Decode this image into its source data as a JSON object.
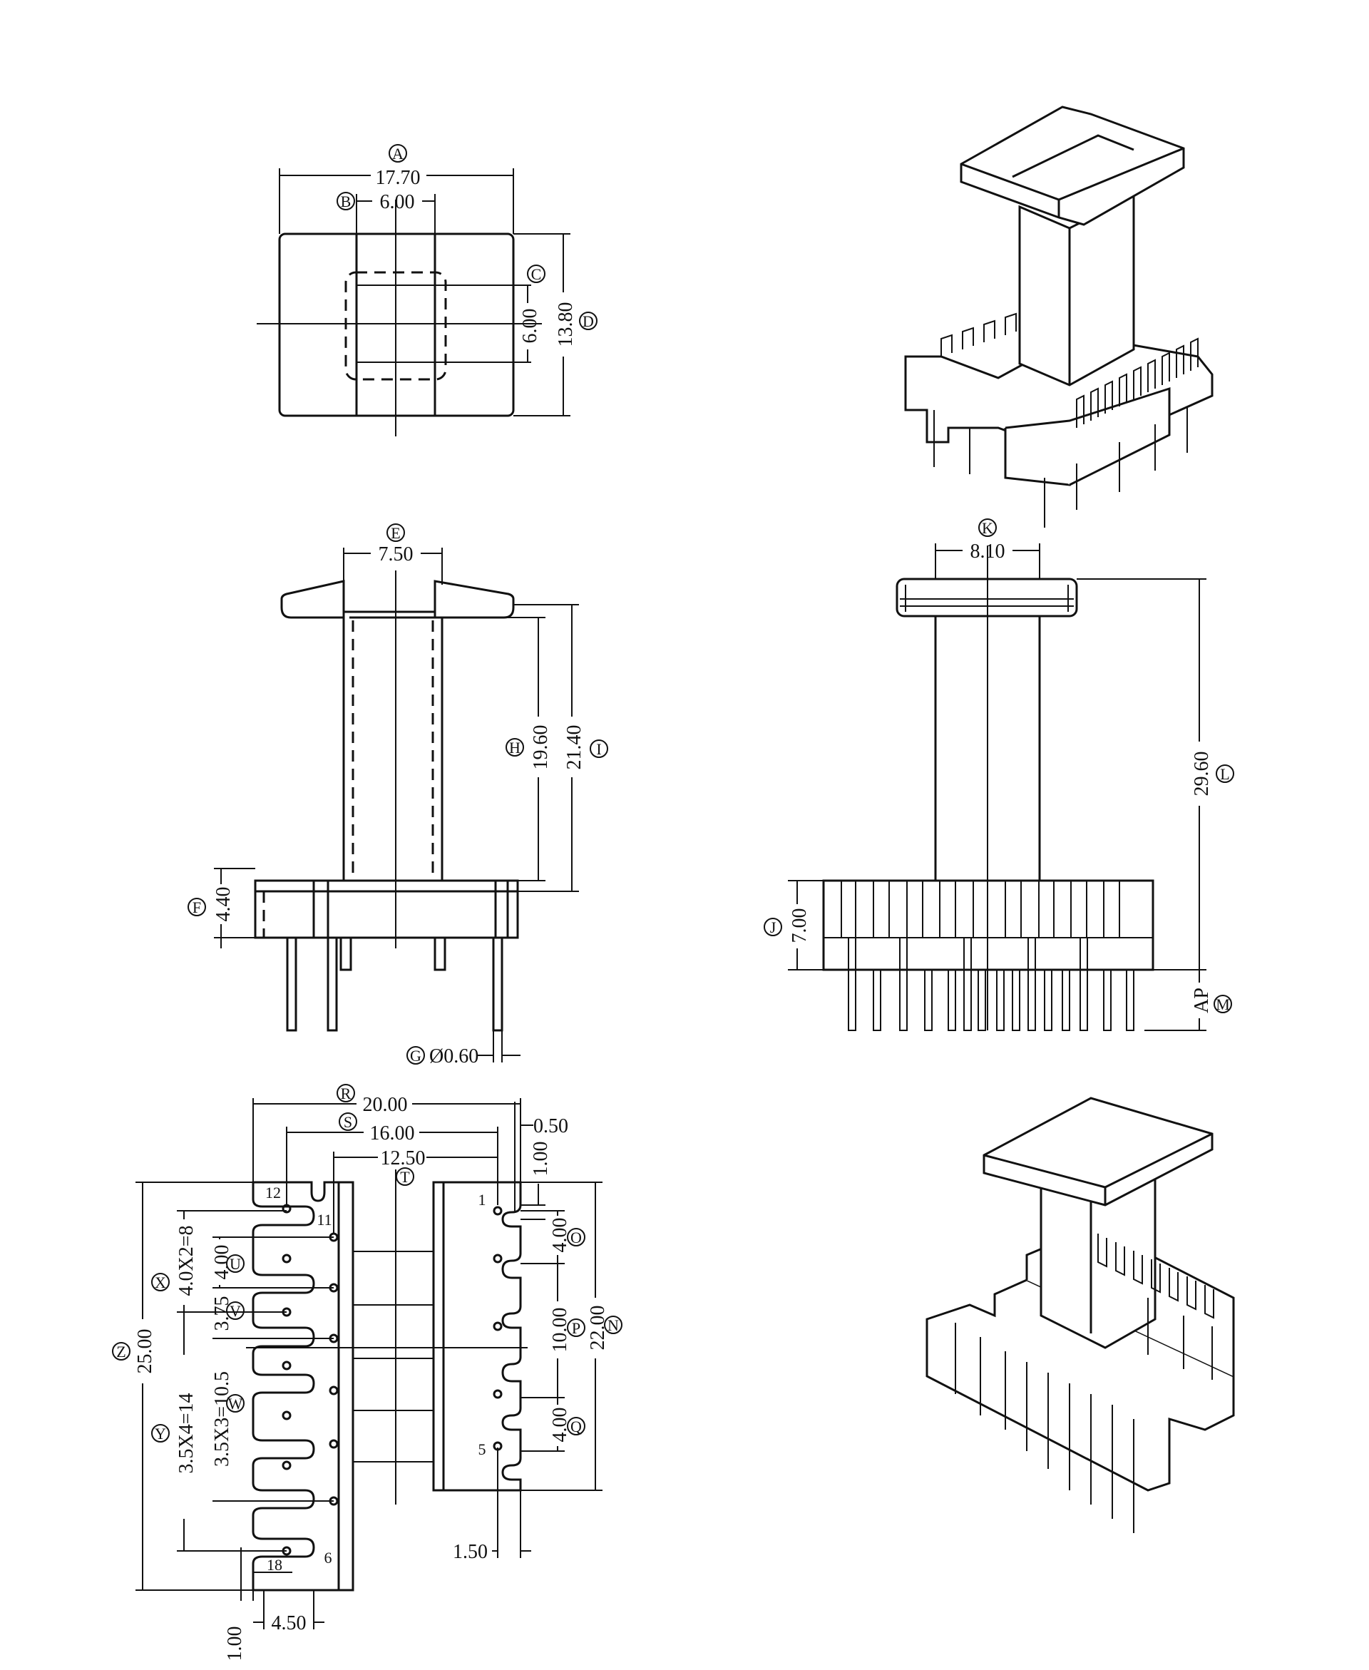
{
  "views": {
    "top": {
      "dims": [
        {
          "label": "A",
          "value": "17.70"
        },
        {
          "label": "B",
          "value": "6.00"
        },
        {
          "label": "C",
          "value": "6.00"
        },
        {
          "label": "D",
          "value": "13.80"
        }
      ]
    },
    "front": {
      "dims": [
        {
          "label": "E",
          "value": "7.50"
        },
        {
          "label": "H",
          "value": "19.60"
        },
        {
          "label": "I",
          "value": "21.40"
        },
        {
          "label": "F",
          "value": "4.40"
        },
        {
          "label": "G",
          "value": "Ø0.60"
        }
      ]
    },
    "side": {
      "dims": [
        {
          "label": "K",
          "value": "8.10"
        },
        {
          "label": "L",
          "value": "29.60"
        },
        {
          "label": "J",
          "value": "7.00"
        },
        {
          "label": "M",
          "value": "AP"
        }
      ]
    },
    "bottom": {
      "dims": [
        {
          "label": "R",
          "value": "20.00"
        },
        {
          "label": "S",
          "value": "16.00"
        },
        {
          "label": "T",
          "value": "12.50"
        },
        {
          "label": "",
          "value": "0.50"
        },
        {
          "label": "",
          "value": "1.00"
        },
        {
          "label": "O",
          "value": "4.00"
        },
        {
          "label": "P",
          "value": "10.00"
        },
        {
          "label": "N",
          "value": "22.00"
        },
        {
          "label": "Q",
          "value": "4.00"
        },
        {
          "label": "",
          "value": "1.50"
        },
        {
          "label": "X",
          "value": "4.0X2=8"
        },
        {
          "label": "U",
          "value": "4.00"
        },
        {
          "label": "V",
          "value": "3.75"
        },
        {
          "label": "Z",
          "value": "25.00"
        },
        {
          "label": "",
          "value": "3.5X3=10.5"
        },
        {
          "label": "Y",
          "value": "3.5X4=14"
        },
        {
          "label": "W",
          "value": ""
        },
        {
          "label": "",
          "value": "1.00"
        },
        {
          "label": "",
          "value": "4.50"
        }
      ],
      "pins": [
        "12",
        "11",
        "1",
        "5",
        "18",
        "6"
      ]
    }
  }
}
